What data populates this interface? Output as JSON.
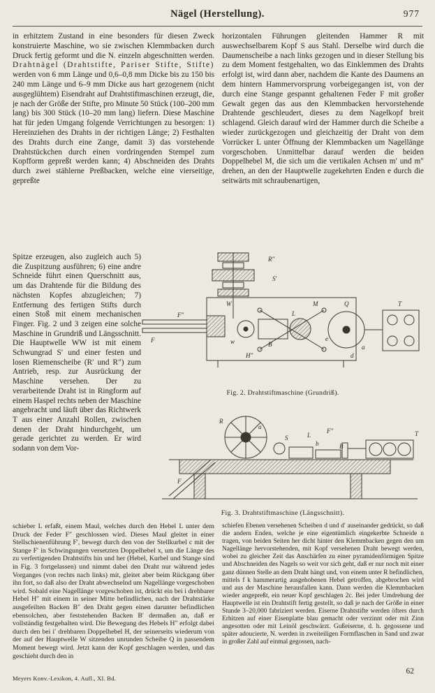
{
  "header": {
    "title": "Nägel (Herstellung).",
    "page_number": "977"
  },
  "columns": {
    "left_top_pre": "in erhitztem Zustand in eine besonders für diesen Zweck konstruierte Maschine, wo sie zwischen Klemmbacken durch Druck fertig geformt und die N. einzeln abgeschnitten werden. ",
    "left_top_emph": "Drahtnägel (Drahtstifte, Pariser Stifte, Stifte)",
    "left_top_post": " werden von 6 mm Länge und 0,6–0,8 mm Dicke bis zu 150 bis 240 mm Länge und 6–9 mm Dicke aus hart gezogenem (nicht ausgeglühtem) Eisendraht auf Drahtstiftmaschinen erzeugt, die, je nach der Größe der Stifte, pro Minute 50 Stück (100–200 mm lang) bis 300 Stück (10–20 mm lang) liefern. Diese Maschine hat für jeden Umgang folgende Verrichtungen zu besorgen: 1) Hereinziehen des Drahts in der richtigen Länge; 2) Festhalten des Drahts durch eine Zange, damit 3) das vorstehende Drahtstückchen durch einen vordringenden Stempel zum Kopfform gepreßt werden kann; 4) Abschneiden des Drahts durch zwei stählerne Preßbacken, welche eine vierseitige, gepreßte",
    "left_narrow": "Spitze erzeugen, also zugleich auch 5) die Zuspitzung ausführen; 6) eine andre Schneide führt einen Querschnitt aus, um das Drahtende für die Bildung des nächsten Kopfes abzugleichen; 7) Entfernung des fertigen Stifts durch einen Stoß mit einem mechanischen Finger. Fig. 2 und 3 zeigen eine solche Maschine in Grundriß und Längsschnitt. Die Hauptwelle WW ist mit einem Schwungrad S′ und einer festen und losen Riemenscheibe (R′ und R″) zum Antrieb, resp. zur Ausrückung der Maschine versehen. Der zu verarbeitende Draht ist in Ringform auf einem Haspel rechts neben der Maschine angebracht und läuft über das Richtwerk T aus einer Anzahl Rollen, zwischen denen der Draht hindurchgeht, um gerade gerichtet zu werden. Er wird sodann von dem Vor-",
    "left_bottom": "schieber L erfaßt, einem Maul, welches durch den Hebel L unter dem Druck der Feder F″ geschlossen wird. Dieses Maul gleitet in einer Stellschienenführung F′, bewegt durch den von der Stellkurbel c mit der Stange F′ in Schwingungen versetzten Doppelhebel x, um die Länge des zu verfertigenden Drahtstifts hin und her (Hebel, Kurbel und Stange sind in Fig. 3 fortgelassen) und nimmt dabei den Draht nur während jedes Vorganges (von rechts nach links) mit, gleitet aber beim Rückgang über ihn fort, so daß also der Draht abwechselnd um Nagellänge vorgeschoben wird. Sobald eine Nagellänge vorgeschoben ist, drückt ein bei i drehbarer Hebel H″ mit einem in seiner Mitte befindlichen, nach der Drahtstärke ausgefeilten Backen B″ den Draht gegen einen darunter befindlichen ebensolchen, aber feststehenden Backen B′ dermaßen an, daß er vollständig festgehalten wird. Die Bewegung des Hebels H″ erfolgt dabei durch den bei i′ drehbaren Doppelhebel H, der seinerseits wiederum von der auf der Hauptwelle W sitzenden unrunden Scheibe Q in passendem Moment bewegt wird. Jetzt kann der Kopf geschlagen werden, und das geschieht durch den in",
    "right_top": "horizontalen Führungen gleitenden Hammer R mit auswechselbarem Kopf S aus Stahl. Derselbe wird durch die Daumenscheibe a nach links gezogen und in dieser Stellung bis zu dem Moment festgehalten, wo das Einklemmen des Drahts erfolgt ist, wird dann aber, nachdem die Kante des Daumens an dem hintern Hammervorsprung vorbeigegangen ist, von der durch eine Stange gespannt gehaltenen Feder F mit großer Gewalt gegen das aus den Klemmbacken hervorstehende Drahtende geschleudert, dieses zu dem Nagelkopf breit schlagend. Gleich darauf wird der Hammer durch die Scheibe a wieder zurückgezogen und gleichzeitig der Draht von dem Vorrücker L unter Öffnung der Klemmbacken um Nagellänge vorgeschoben. Unmittelbar darauf werden die beiden Doppelhebel M, die sich um die vertikalen Achsen m′ und m″ drehen, an den der Hauptwelle zugekehrten Enden e durch die seitwärts mit schraubenartigen,",
    "right_bottom": "schiefen Ebenen versehenen Scheiben d und d′ auseinander gedrückt, so daß die andern Enden, welche je eine eigentümlich eingekerbte Schneide n tragen, von beiden Seiten her dicht hinter den Klemmbacken gegen den um Nagellänge hervorstehenden, mit Kopf versehenen Draht bewegt werden, wobei zu gleicher Zeit das Anschärfen zu einer pyramidenförmigen Spitze und Abschneiden des Nagels so weit vor sich geht, daß er nur noch mit einer ganz dünnen Stelle an dem Draht hängt und, von einem unter R befindlichen, mittels f k hammerartig ausgehobenen Hebel getroffen, abgebrochen wird und aus der Maschine herausfallen kann. Dann werden die Klemmbacken wieder angepreßt, ein neuer Kopf geschlagen 2c. Bei jeder Umdrehung der Hauptwelle ist ein Drahtstift fertig gestellt, so daß je nach der Größe in einer Stunde 3–20,000 fabriziert werden. Eiserne Drahtstifte werden öfters durch Erhitzen auf einer Eisenplatte blau gemacht oder verzinnt oder mit Zinn angesotten oder mit Leinöl geschwärzt. Gußeiserne, d. h. gegossene und später adoucierte, N. werden in zweiteiligen Formflaschen in Sand und zwar in großer Zahl auf einmal gegossen, nach-"
  },
  "figures": {
    "fig2": {
      "caption": "Fig. 2. Drahtstiftmaschine (Grundriß).",
      "labels": {
        "l1": "R″",
        "l2": "S′",
        "l3": "Q",
        "l4": "W",
        "l5": "T",
        "l6": "F″",
        "l7": "L",
        "l8": "M",
        "l9": "d",
        "l10": "e",
        "l11": "B",
        "l12": "H″",
        "l13": "a",
        "l14": "w",
        "l15": "F"
      }
    },
    "fig3": {
      "caption": "Fig. 3. Drahtstiftmaschine (Längsschnitt).",
      "labels": {
        "l1": "R",
        "l2": "a",
        "l3": "S",
        "l4": "L",
        "l5": "F″",
        "l6": "B",
        "l7": "b",
        "l8": "T",
        "l9": "F"
      }
    }
  },
  "footer": {
    "imprint": "Meyers Konv.-Lexikon, 4. Aufl., XI. Bd.",
    "sheet_number": "62"
  },
  "colors": {
    "paper": "#ebe9e2",
    "ink": "#282419",
    "figure_line": "#3c372c"
  }
}
